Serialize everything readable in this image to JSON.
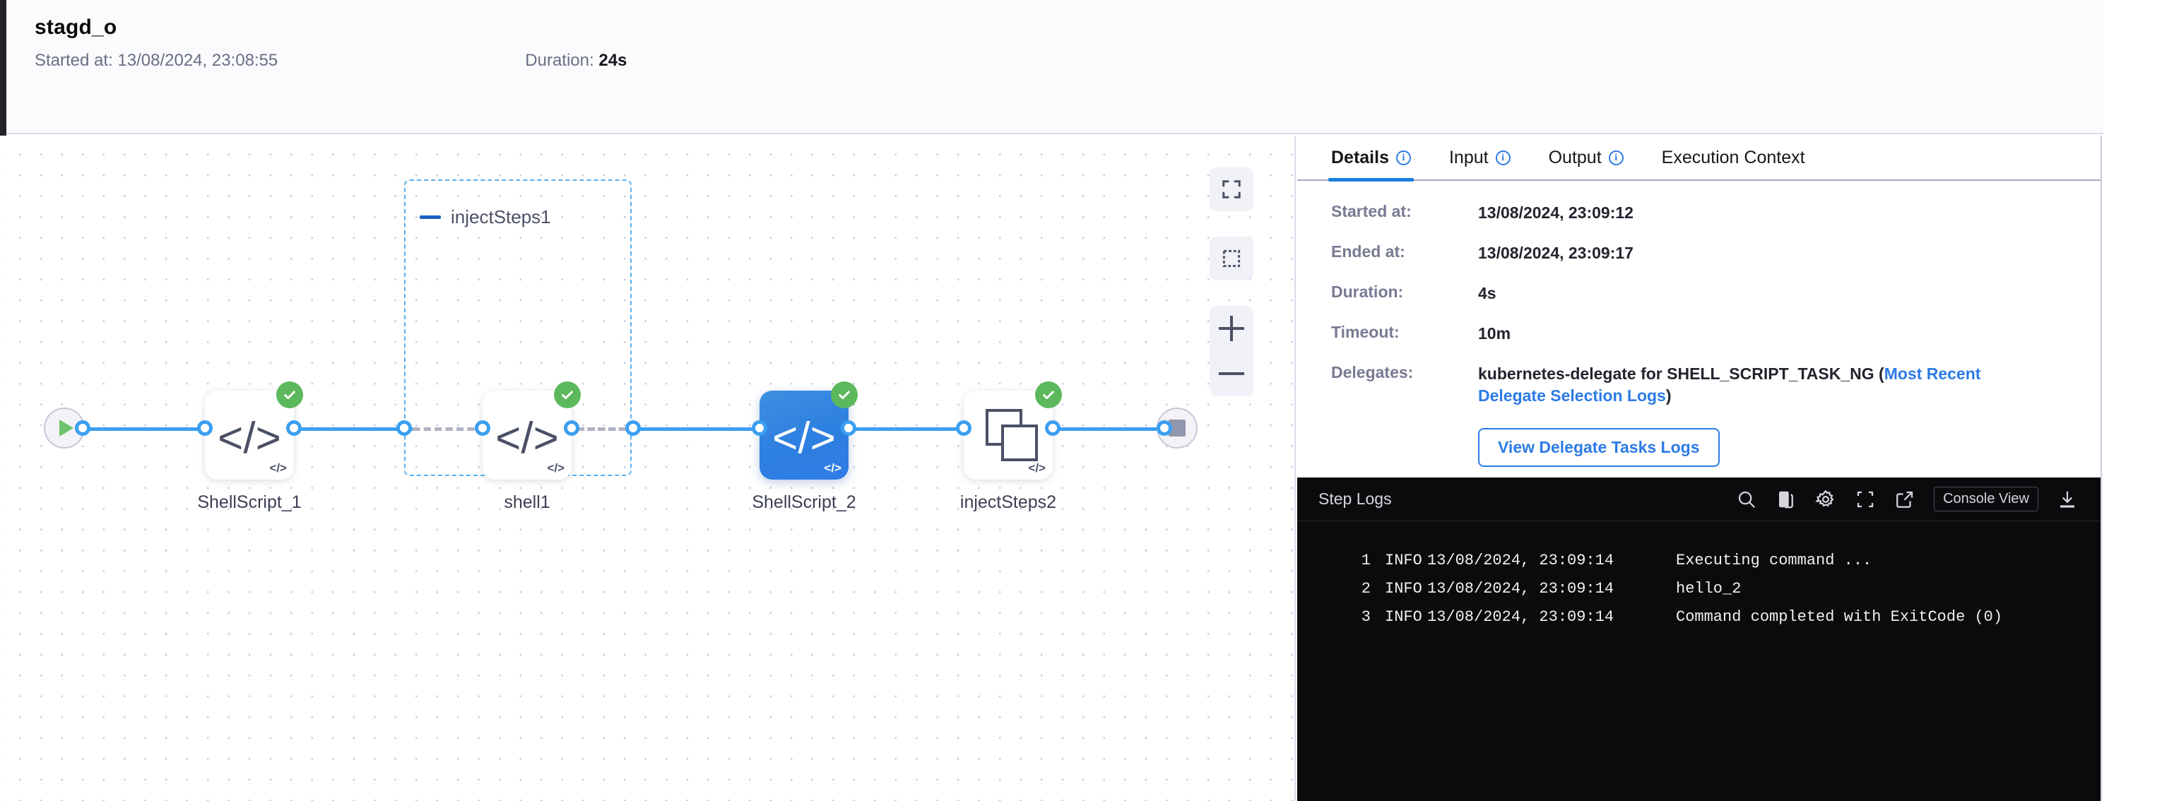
{
  "header": {
    "title": "stagd_o",
    "started_label": "Started at:",
    "started_value": "13/08/2024, 23:08:55",
    "duration_label": "Duration:",
    "duration_value": "24s"
  },
  "graph": {
    "start_node": {
      "icon": "play-icon"
    },
    "end_node": {
      "icon": "stop-icon"
    },
    "nodes": [
      {
        "label": "ShellScript_1",
        "icon": "code-icon",
        "status": "success",
        "selected": false
      },
      {
        "label": "shell1",
        "icon": "code-icon",
        "status": "success",
        "selected": false
      },
      {
        "label": "ShellScript_2",
        "icon": "code-icon",
        "status": "success",
        "selected": true
      },
      {
        "label": "injectSteps2",
        "icon": "copy-squares-icon",
        "status": "success",
        "selected": false
      }
    ],
    "group": {
      "label": "injectSteps1",
      "collapse_icon": "collapse-minus-icon"
    },
    "controls": [
      {
        "name": "fit-to-screen",
        "icon": "expand-corners-icon"
      },
      {
        "name": "selection-box",
        "icon": "dotted-square-icon"
      },
      {
        "name": "zoom-in",
        "icon": "plus-icon"
      },
      {
        "name": "zoom-out",
        "icon": "minus-icon"
      }
    ],
    "node_corner_glyph": "</>",
    "node_glyph": "</>"
  },
  "panel": {
    "tabs": [
      {
        "label": "Details",
        "info": true,
        "active": true
      },
      {
        "label": "Input",
        "info": true,
        "active": false
      },
      {
        "label": "Output",
        "info": true,
        "active": false
      },
      {
        "label": "Execution Context",
        "info": false,
        "active": false
      }
    ],
    "details": {
      "started_label": "Started at:",
      "started_value": "13/08/2024, 23:09:12",
      "ended_label": "Ended at:",
      "ended_value": "13/08/2024, 23:09:17",
      "duration_label": "Duration:",
      "duration_value": "4s",
      "timeout_label": "Timeout:",
      "timeout_value": "10m",
      "delegates_label": "Delegates:",
      "delegates_text": "kubernetes-delegate for SHELL_SCRIPT_TASK_NG (",
      "delegates_link": "Most Recent Delegate Selection Logs",
      "delegates_suffix": ")",
      "delegate_button": "View Delegate Tasks Logs"
    }
  },
  "logs": {
    "title": "Step Logs",
    "tools": [
      {
        "name": "search-icon"
      },
      {
        "name": "copy-icon"
      },
      {
        "name": "gear-icon"
      },
      {
        "name": "fullscreen-icon"
      },
      {
        "name": "external-link-icon"
      }
    ],
    "console_view": "Console View",
    "download_icon": "download-icon",
    "lines": [
      {
        "num": "1",
        "level": "INFO",
        "time": "13/08/2024, 23:09:14",
        "message": "Executing command ..."
      },
      {
        "num": "2",
        "level": "INFO",
        "time": "13/08/2024, 23:09:14",
        "message": "hello_2"
      },
      {
        "num": "3",
        "level": "INFO",
        "time": "13/08/2024, 23:09:14",
        "message": "Command completed with ExitCode (0)"
      }
    ]
  },
  "colors": {
    "accent_blue": "#2c7be5",
    "edge_blue": "#3b9ff0",
    "success_green": "#5cb85c",
    "node_selected": "#2d7fe0",
    "log_bg": "#0b0b0d"
  }
}
